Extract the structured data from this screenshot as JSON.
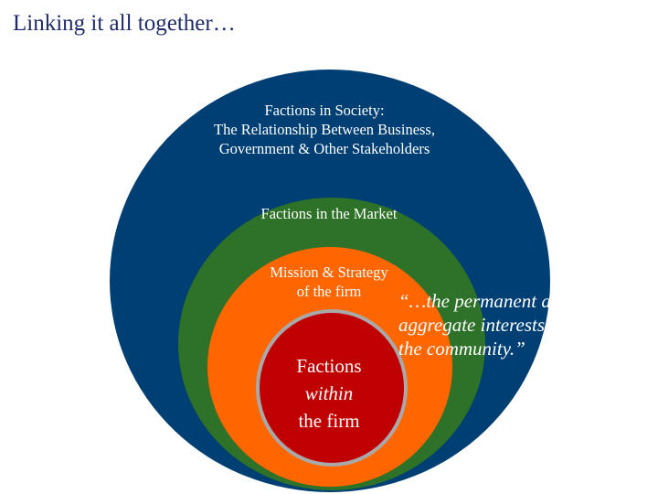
{
  "title": "Linking it all together…",
  "circles": [
    {
      "id": "society",
      "color": "#003f73",
      "lines": [
        "Factions in Society:",
        "The Relationship Between Business,",
        "Government & Other Stakeholders"
      ]
    },
    {
      "id": "market",
      "color": "#2e7128",
      "lines": [
        "Factions in the Market"
      ]
    },
    {
      "id": "mission",
      "color": "#ff6600",
      "lines": [
        "Mission & Strategy",
        "of the firm"
      ]
    },
    {
      "id": "within",
      "color": "#c00000",
      "lines": [
        "Factions",
        "within",
        "the firm"
      ]
    }
  ],
  "quote": {
    "lines": [
      "“…the permanent and",
      "aggregate interests of",
      "the community.”"
    ]
  }
}
